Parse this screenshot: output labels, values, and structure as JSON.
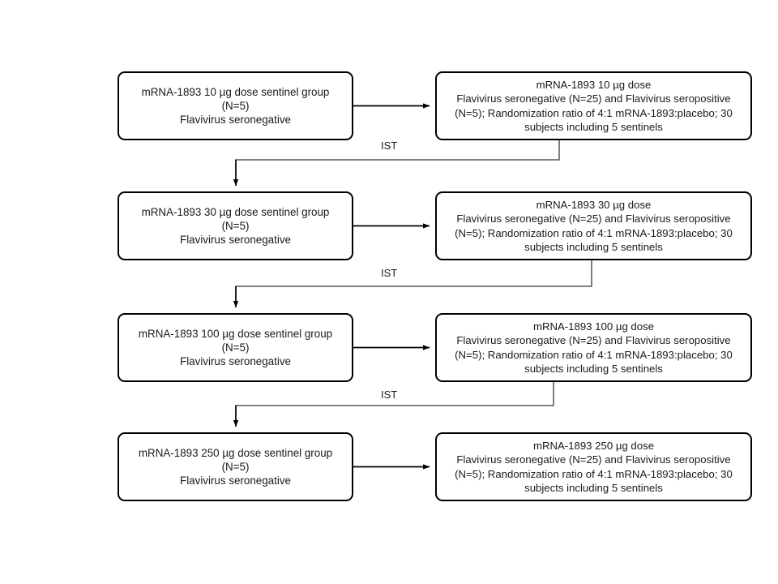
{
  "diagram": {
    "title": "mRNA-1893 dose escalation sentinel flow",
    "colors": {
      "box_border": "#000000",
      "box_fill": "#ffffff",
      "text": "#1a1a1a",
      "arrow_solid": "#000000",
      "connector": "#555555",
      "background": "#ffffff"
    },
    "rows": [
      {
        "id": "dose-10",
        "sentinel": "mRNA-1893 10 µg dose sentinel group\n(N=5)\nFlavivirus seronegative",
        "cohort": "mRNA-1893 10 µg dose\nFlavivirus seronegative (N=25) and Flavivirus seropositive (N=5); Randomization ratio of 4:1 mRNA-1893:placebo; 30 subjects including 5 sentinels"
      },
      {
        "id": "dose-30",
        "sentinel": "mRNA-1893 30 µg dose sentinel group\n(N=5)\nFlavivirus seronegative",
        "cohort": "mRNA-1893 30 µg dose\nFlavivirus seronegative (N=25) and Flavivirus seropositive (N=5); Randomization ratio of 4:1 mRNA-1893:placebo; 30 subjects including 5 sentinels"
      },
      {
        "id": "dose-100",
        "sentinel": "mRNA-1893 100 µg dose sentinel group\n(N=5)\nFlavivirus seronegative",
        "cohort": "mRNA-1893 100 µg dose\nFlavivirus seronegative (N=25) and Flavivirus seropositive (N=5); Randomization ratio of 4:1 mRNA-1893:placebo; 30 subjects including 5 sentinels"
      },
      {
        "id": "dose-250",
        "sentinel": "mRNA-1893 250 µg dose sentinel group\n(N=5)\nFlavivirus seronegative",
        "cohort": "mRNA-1893 250 µg dose\nFlavivirus seronegative (N=25) and Flavivirus seropositive (N=5); Randomization ratio of 4:1 mRNA-1893:placebo; 30 subjects including 5 sentinels"
      }
    ],
    "escalation_labels": [
      {
        "id": "ist-1",
        "text": "IST"
      },
      {
        "id": "ist-2",
        "text": "IST"
      },
      {
        "id": "ist-3",
        "text": "IST"
      }
    ]
  }
}
